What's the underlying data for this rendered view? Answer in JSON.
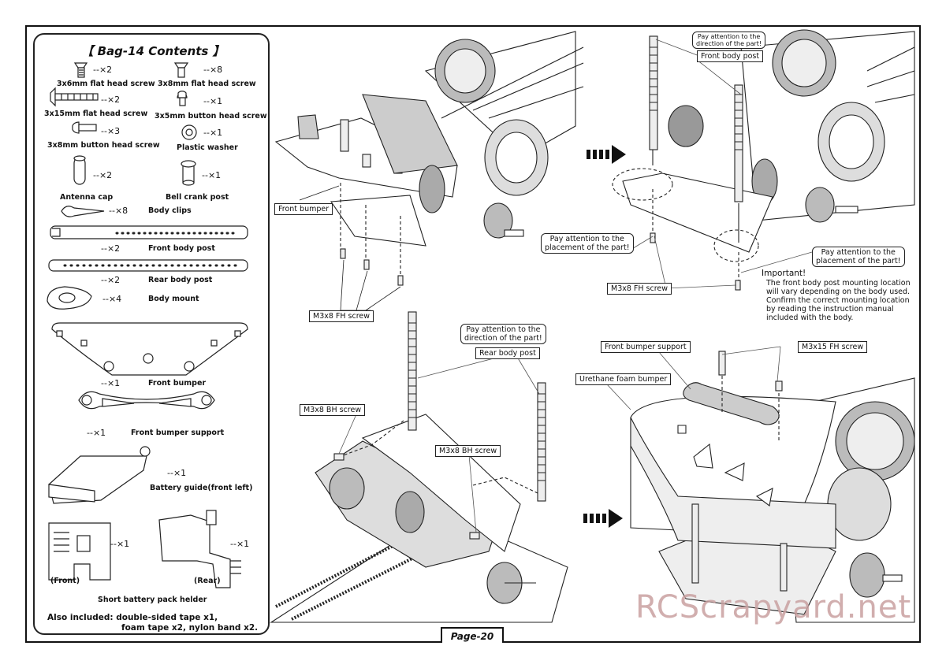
{
  "bag": {
    "title": "【 Bag-14 Contents 】",
    "parts": [
      {
        "qty": "--×2",
        "label": "3x6mm flat head screw",
        "icon": "flat-head-screw-icon"
      },
      {
        "qty": "--×8",
        "label": "3x8mm flat head screw",
        "icon": "flat-head-screw-icon"
      },
      {
        "qty": "--×2",
        "label": "3x15mm flat head screw",
        "icon": "flat-head-screw-icon"
      },
      {
        "qty": "--×1",
        "label": "3x5mm button head screw",
        "icon": "button-head-screw-icon"
      },
      {
        "qty": "--×3",
        "label": "3x8mm button head screw",
        "icon": "button-head-screw-icon"
      },
      {
        "qty": "--×1",
        "label": "Plastic washer",
        "icon": "washer-icon"
      },
      {
        "qty": "--×2",
        "label": "Antenna cap",
        "icon": "antenna-cap-icon"
      },
      {
        "qty": "--×1",
        "label": "Bell crank post",
        "icon": "post-icon"
      },
      {
        "qty": "--×8",
        "label": "Body clips",
        "icon": "body-clip-icon"
      },
      {
        "qty": "--×2",
        "label": "Front body post",
        "icon": "body-post-icon"
      },
      {
        "qty": "--×2",
        "label": "Rear body post",
        "icon": "body-post-icon"
      },
      {
        "qty": "--×4",
        "label": "Body mount",
        "icon": "body-mount-icon"
      },
      {
        "qty": "--×1",
        "label": "Front bumper",
        "icon": "front-bumper-icon"
      },
      {
        "qty": "--×1",
        "label": "Front bumper support",
        "icon": "bumper-support-icon"
      },
      {
        "qty": "--×1",
        "label": "Battery guide(front left)",
        "icon": "battery-guide-icon"
      },
      {
        "qty": "--×1",
        "label": "",
        "icon": "battery-holder-icon"
      },
      {
        "qty": "--×1",
        "label": "",
        "icon": "battery-holder-icon"
      }
    ],
    "holder_front": "(Front)",
    "holder_rear": "(Rear)",
    "holder_label": "Short battery pack helder",
    "also_line1": "Also included: double-sided tape x1,",
    "also_line2": "foam tape x2, nylon band x2."
  },
  "steps": {
    "s1": {
      "front_bumper": "Front bumper",
      "screw": "M3x8 FH screw"
    },
    "s2": {
      "attention_dir_1": "Pay attention to the",
      "attention_dir_2": "direction of the part!",
      "front_body_post": "Front body post",
      "attention_place_1": "Pay attention to the",
      "attention_place_2": "placement of the part!",
      "attention_place_b1": "Pay attention to the",
      "attention_place_b2": "placement of the part!",
      "screw": "M3x8 FH screw",
      "important_title": "Important!",
      "important_lines": [
        "The front body post mounting location",
        "will vary depending on the body used.",
        "Confirm the correct mounting location",
        "by reading the instruction manual",
        "included with the body."
      ]
    },
    "s3": {
      "attention_1": "Pay attention to the",
      "attention_2": "direction of the part!",
      "rear_body_post": "Rear body post",
      "bh_screw_a": "M3x8 BH screw",
      "bh_screw_b": "M3x8 BH screw"
    },
    "s4": {
      "bumper_support": "Front bumper support",
      "fh15": "M3x15 FH screw",
      "foam_bumper": "Urethane foam bumper"
    }
  },
  "page_label": "Page-20",
  "watermark": "RCScrapyard.net"
}
